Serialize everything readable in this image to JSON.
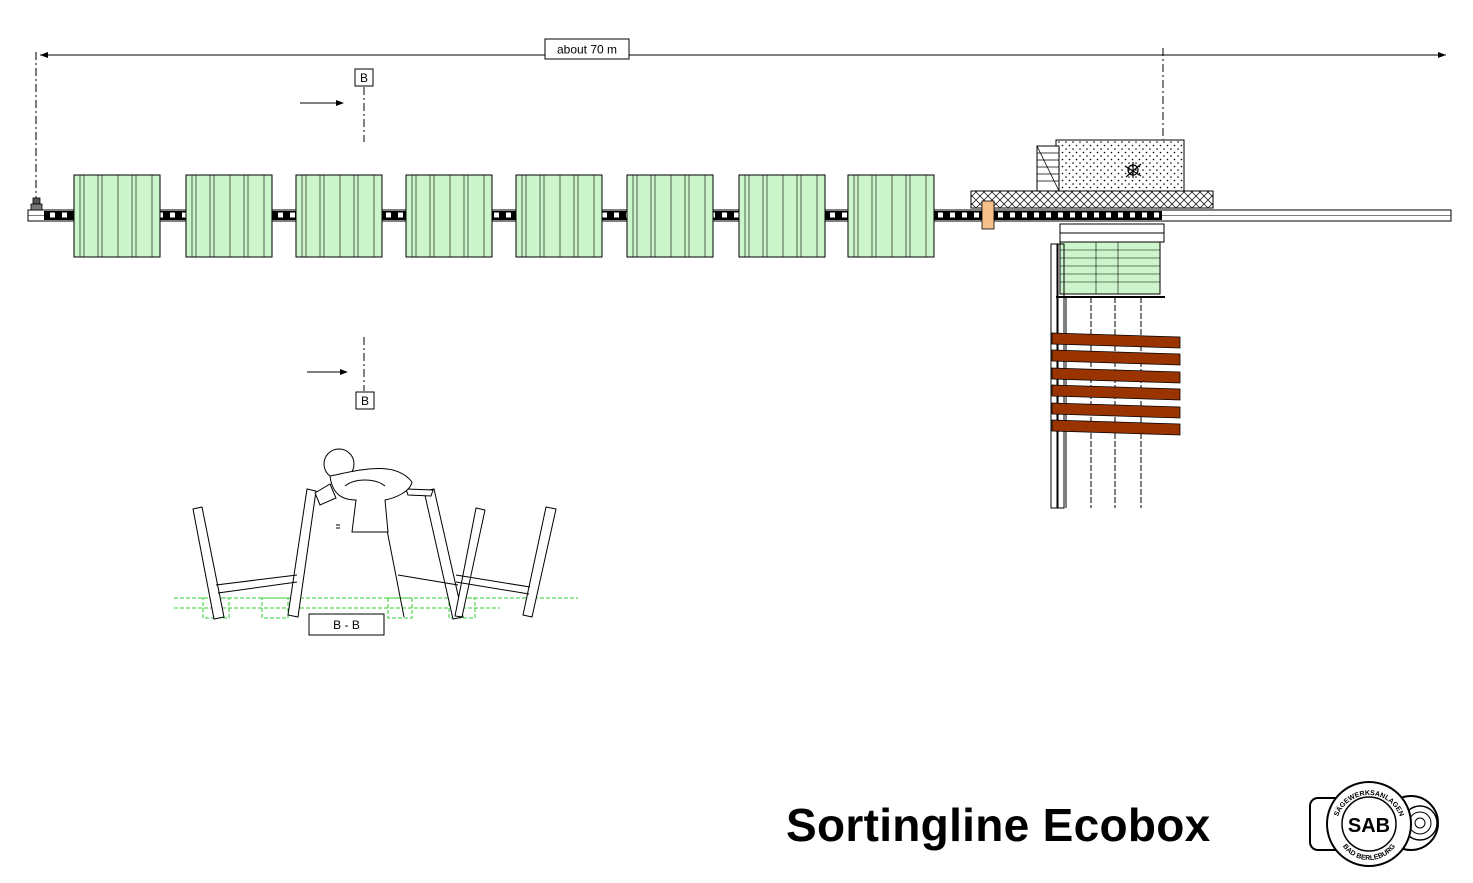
{
  "title": "Sortingline Ecobox",
  "dimension": {
    "label": "about 70 m"
  },
  "section_marker": {
    "letter": "B"
  },
  "section_view": {
    "label": "B - B"
  },
  "logo": {
    "initials": "SAB",
    "ring_text_top": "SÄGEWERKSANLAGEN",
    "ring_text_bottom": "BAD BERLEBURG"
  },
  "colors": {
    "package": "#ccf5cc",
    "sorting_boxes": "#993300",
    "marker": "#f5c08a",
    "dashed_ground": "#33cc33"
  },
  "packages": {
    "count": 8
  },
  "sorting_boxes": {
    "count": 6
  }
}
